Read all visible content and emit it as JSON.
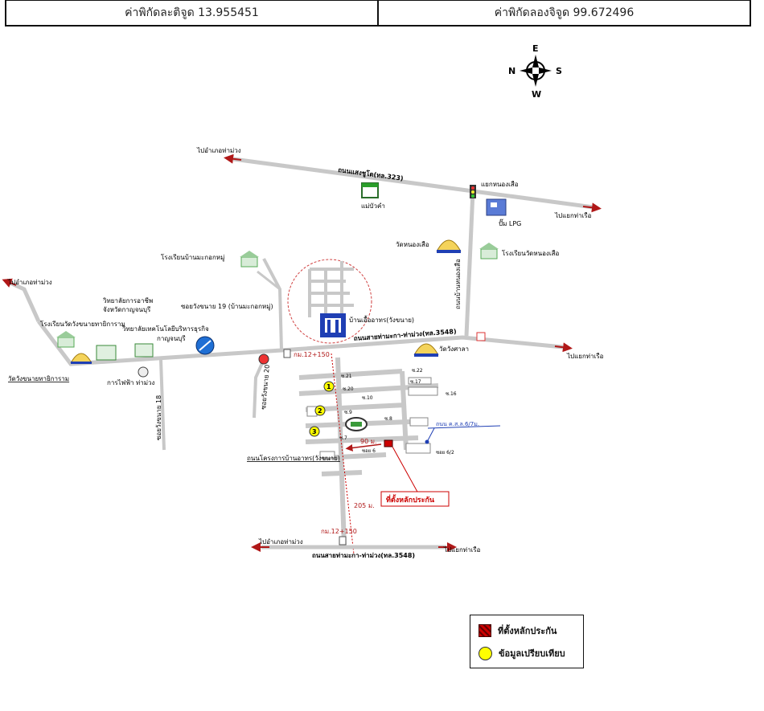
{
  "header": {
    "latitude": "ค่าพิกัดละติจูด 13.955451",
    "longitude": "ค่าพิกัดลองจิจูด 99.672496"
  },
  "compass": {
    "n": "N",
    "e": "E",
    "s": "S",
    "w": "W"
  },
  "roads": {
    "saengchuto": "ถนนแสงชูโต(ทล.323)",
    "main": "ถนนสายท่ามะกา-ท่าม่วง(ทล.3548)",
    "main_bottom": "ถนนสายท่ามะกา-ท่าม่วง(ทล.3548)",
    "nong_suea": "ถนนบ้านหนองเสือ",
    "housing": "ถนนโครงการบ้านอาทร(วังขนาย)",
    "soi19": "ซอยวังขนาย 19 (บ้านมะกอกหมู่)",
    "soi18": "ซอยวังขนาย 18",
    "soi20": "ซอยวังขนาย 20",
    "ks": "ถนน ค.ส.ล.6/7ม."
  },
  "directions": {
    "to_tha_muang_top": "ไปอำเภอท่าม่วง",
    "to_tha_muang_left": "ไปอำเภอท่าม่วง",
    "to_tha_muang_bottom": "ไปอำเภอท่าม่วง",
    "to_tha_ruea_top": "ไปแยกท่าเรือ",
    "to_tha_ruea_mid": "ไปแยกท่าเรือ",
    "to_tha_ruea_bottom": "ไปแยกท่าเรือ"
  },
  "places": {
    "nong_suea_junction": "แยกหนองเสือ",
    "mae_bua_kham": "แม่บัวคำ",
    "lpg": "ปั๊ม LPG",
    "wat_nong_suea": "วัดหนองเสือ",
    "school_wat_nong_suea": "โรงเรียนวัดหนองเสือ",
    "school_makok": "โรงเรียนบ้านมะกอกหมู่",
    "ban_uea_arthorn": "บ้านเอื้ออาทร(วังขนาย)",
    "wat_wang_sala": "วัดวังศาลา",
    "vocational_1": "วิทยาลัยการอาชีพ",
    "vocational_2": "จังหวัดกาญจนบุรี",
    "tech_1": "วิทยาลัยเทคโนโลยีบริหารธุรกิจ",
    "tech_2": "กาญจนบุรี",
    "school_wat_wang": "โรงเรียนวัดวังขนายทายิการาม",
    "wat_wang": "วัดวังขนายทายิการาม",
    "electricity": "การไฟฟ้า ท่าม่วง",
    "km_top": "กม.12+150",
    "km_bottom": "กม.12+150",
    "pin_label": "ที่ตั้งหลักประกัน"
  },
  "sois": {
    "s21": "ซ.21",
    "s22": "ซ.22",
    "s17": "ซ.17",
    "s20": "ซ.20",
    "s16": "ซ.16",
    "s10": "ซ.10",
    "s9": "ซ.9",
    "s8": "ซ.8",
    "s7": "ซ.7",
    "s6": "ซอย 6",
    "s6_2": "ซอย 6/2"
  },
  "markers": {
    "m1": "1",
    "m2": "2",
    "m3": "3"
  },
  "distances": {
    "d90": "90 ม.",
    "d205": "205 ม."
  },
  "legend": {
    "collateral": "ที่ตั้งหลักประกัน",
    "comparison": "ข้อมูลเปรียบเทียบ"
  },
  "colors": {
    "road": "#c8c8c8",
    "arrow": "#b01818",
    "accent_blue": "#1f3fb4",
    "pin_red": "#cc0000",
    "marker_yellow": "#ffff00"
  }
}
